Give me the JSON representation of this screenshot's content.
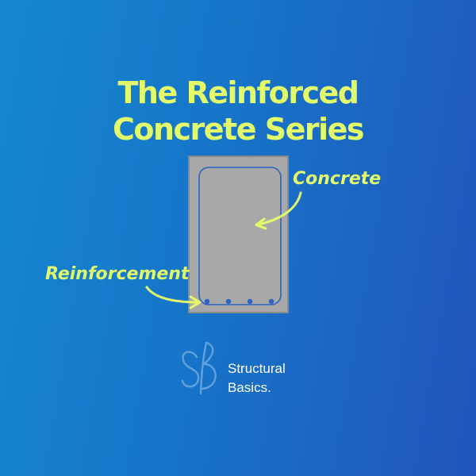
{
  "title": {
    "line1": "The Reinforced",
    "line2": "Concrete Series"
  },
  "diagram": {
    "concrete_label": "Concrete",
    "reinforcement_label": "Reinforcement",
    "rebar_count": 4
  },
  "brand": {
    "line1": "Structural",
    "line2": "Basics.",
    "logo": "SB-monogram"
  },
  "colors": {
    "accent": "#e2fb6a",
    "concrete": "#a8a8a8",
    "concrete_border": "#8a8a8a",
    "stirrup": "#2e63c4",
    "background_start": "#1487d1",
    "background_end": "#2155bb"
  }
}
